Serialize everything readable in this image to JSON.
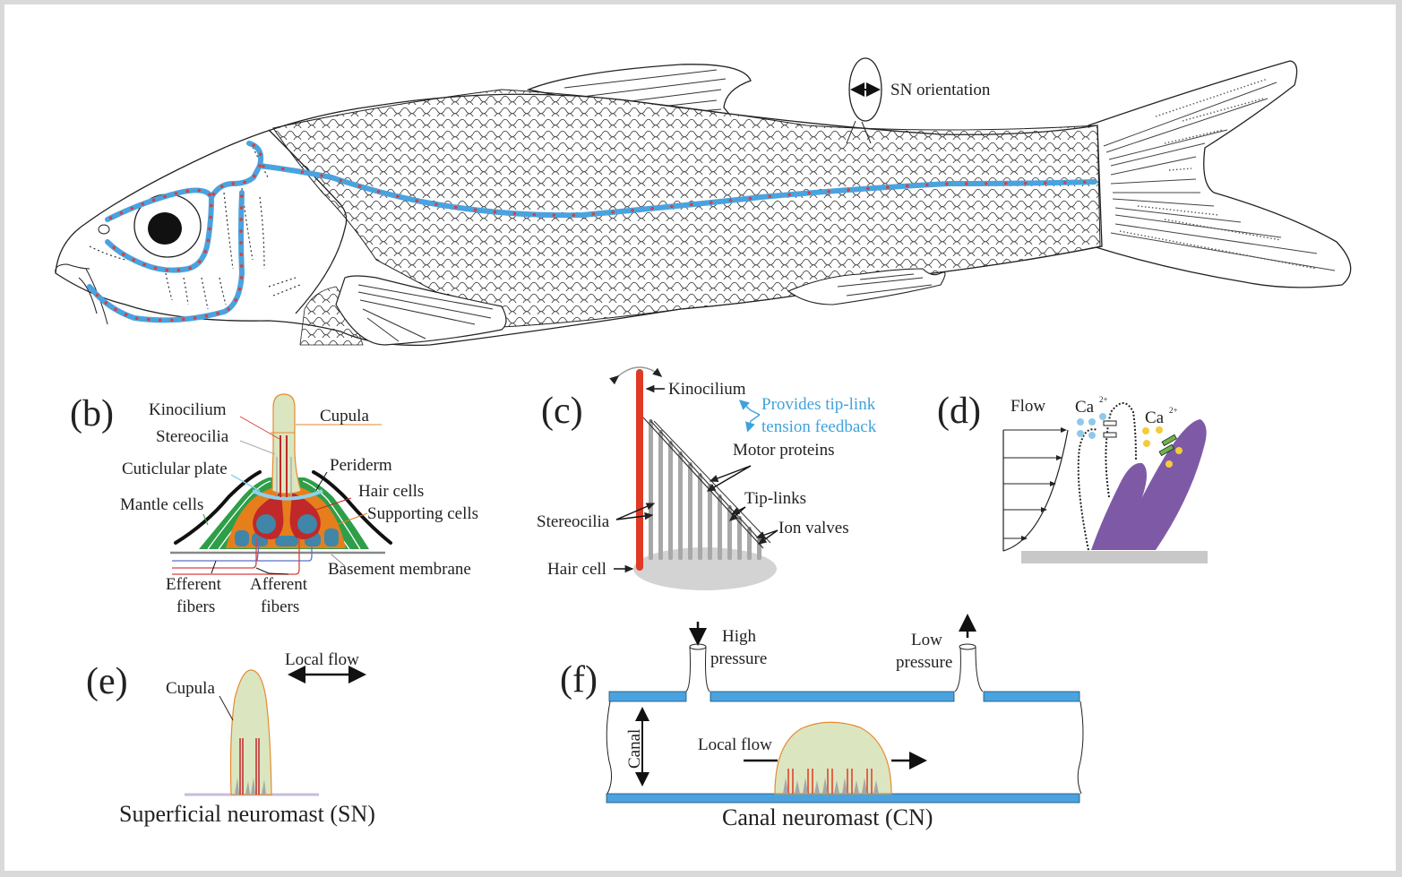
{
  "figure": {
    "panel_labels": {
      "b": "(b)",
      "c": "(c)",
      "d": "(d)",
      "e": "(e)",
      "f": "(f)"
    },
    "panel_a": {
      "sn_orientation": "SN orientation"
    },
    "panel_b": {
      "kinocilium": "Kinocilium",
      "stereocilia": "Stereocilia",
      "cuticular_plate": "Cuticlular plate",
      "mantle_cells": "Mantle cells",
      "cupula": "Cupula",
      "periderm": "Periderm",
      "hair_cells": "Hair cells",
      "supporting_cells": "Supporting cells",
      "basement_membrane": "Basement membrane",
      "efferent_line1": "Efferent",
      "efferent_line2": "fibers",
      "afferent_line1": "Afferent",
      "afferent_line2": "fibers"
    },
    "panel_c": {
      "kinocilium": "Kinocilium",
      "feedback_line1": "Provides tip-link",
      "feedback_line2": "tension feedback",
      "motor_proteins": "Motor proteins",
      "tip_links": "Tip-links",
      "ion_valves": "Ion valves",
      "stereocilia": "Stereocilia",
      "hair_cell": "Hair cell"
    },
    "panel_d": {
      "flow": "Flow",
      "ca_left": "Ca",
      "ca_left_sup": "2+",
      "ca_right": "Ca",
      "ca_right_sup": "2+"
    },
    "panel_e": {
      "cupula": "Cupula",
      "local_flow": "Local flow",
      "caption": "Superficial neuromast (SN)"
    },
    "panel_f": {
      "high_line1": "High",
      "high_line2": "pressure",
      "low_line1": "Low",
      "low_line2": "pressure",
      "canal": "Canal",
      "local_flow": "Local flow",
      "caption": "Canal neuromast (CN)"
    },
    "colors": {
      "lateral_line": "#4aa3df",
      "neuromast_dot": "#d9413a",
      "kinocilium": "#e03a24",
      "cupula_fill": "#dbe6c0",
      "cupula_edge": "#e68a2e",
      "supporting": "#e67e1c",
      "hair_cell": "#c0282a",
      "nucleus": "#3f86a8",
      "mantle": "#2e9e48",
      "cuticular": "#8fd0ea",
      "hair_cell_d": "#7e5aa6",
      "feedback_text": "#3fa2dd"
    }
  }
}
